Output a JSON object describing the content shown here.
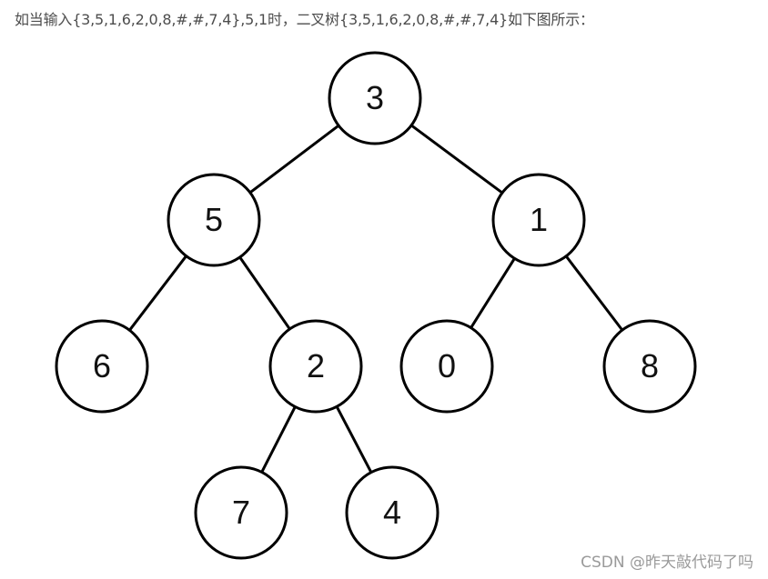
{
  "caption": "如当输入{3,5,1,6,2,0,8,#,#,7,4},5,1时，二叉树{3,5,1,6,2,0,8,#,#,7,4}如下图所示：",
  "tree": {
    "nodes": [
      {
        "id": "n3",
        "label": "3"
      },
      {
        "id": "n5",
        "label": "5"
      },
      {
        "id": "n1",
        "label": "1"
      },
      {
        "id": "n6",
        "label": "6"
      },
      {
        "id": "n2",
        "label": "2"
      },
      {
        "id": "n0",
        "label": "0"
      },
      {
        "id": "n8",
        "label": "8"
      },
      {
        "id": "n7",
        "label": "7"
      },
      {
        "id": "n4",
        "label": "4"
      }
    ],
    "edges": [
      [
        "n3",
        "n5"
      ],
      [
        "n3",
        "n1"
      ],
      [
        "n5",
        "n6"
      ],
      [
        "n5",
        "n2"
      ],
      [
        "n1",
        "n0"
      ],
      [
        "n1",
        "n8"
      ],
      [
        "n2",
        "n7"
      ],
      [
        "n2",
        "n4"
      ]
    ]
  },
  "watermark": "CSDN @昨天敲代码了吗",
  "colors": {
    "stroke": "#000000",
    "fill": "#ffffff",
    "caption": "#4d4d4d",
    "watermark": "#9a9a9a"
  }
}
